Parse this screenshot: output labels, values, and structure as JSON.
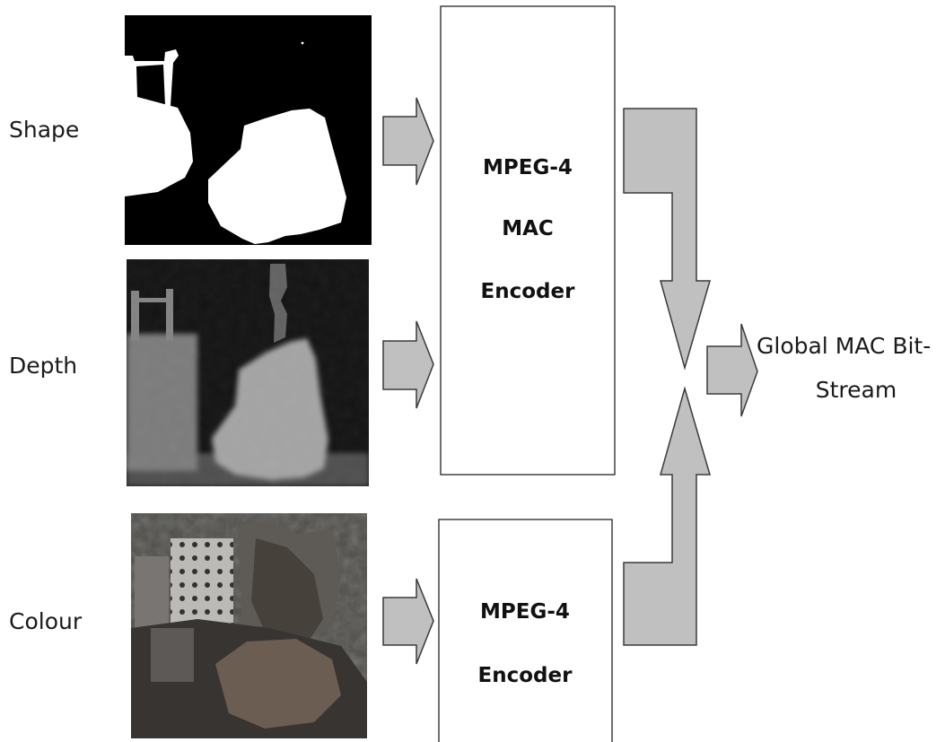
{
  "inputs": [
    {
      "label": "Shape"
    },
    {
      "label": "Depth"
    },
    {
      "label": "Colour"
    }
  ],
  "encoders": [
    {
      "lines": [
        "MPEG-4",
        "MAC",
        "Encoder"
      ]
    },
    {
      "lines": [
        "MPEG-4",
        "Encoder"
      ]
    }
  ],
  "output": {
    "lines": [
      "Global MAC Bit-",
      "Stream"
    ]
  },
  "colors": {
    "arrow_fill": "#c0c0c0",
    "arrow_stroke": "#3a3a3a",
    "box_stroke": "#222222",
    "text": "#1a1a1a"
  },
  "images": [
    {
      "name": "shape-mask-image",
      "kind": "binary silhouette"
    },
    {
      "name": "depth-map-image",
      "kind": "grayscale depth map"
    },
    {
      "name": "colour-frame-image",
      "kind": "colour video frame"
    }
  ]
}
